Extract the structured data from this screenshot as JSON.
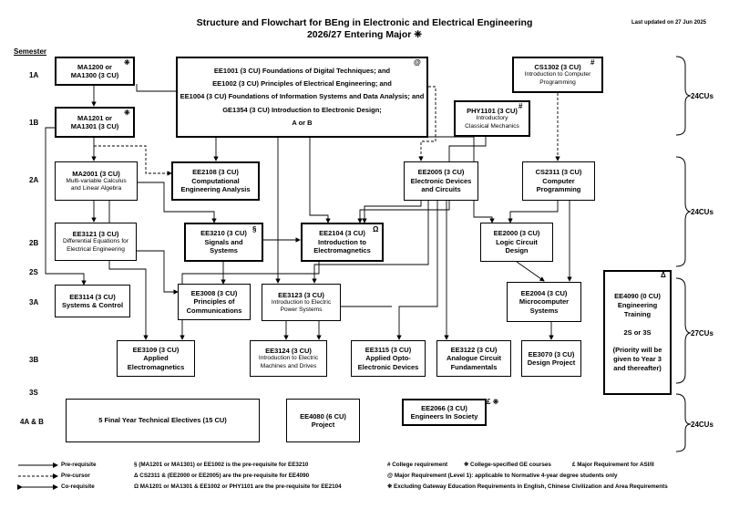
{
  "header": {
    "title_line1": "Structure and Flowchart for BEng in Electronic and Electrical Engineering",
    "title_line2": "2026/27 Entering Major ❈",
    "last_updated": "Last updated on 27 Jun 2025"
  },
  "semesters": {
    "heading": "Semester",
    "labels": [
      "1A",
      "1B",
      "2A",
      "2B",
      "2S",
      "3A",
      "3B",
      "3S",
      "4A & B"
    ]
  },
  "courses": {
    "ma1200": {
      "line1": "MA1200 or",
      "line2": "MA1300 (3 CU)",
      "mark": "❈"
    },
    "ma1201": {
      "line1": "MA1201 or",
      "line2": "MA1301 (3 CU)",
      "mark": "❈"
    },
    "ee_core": {
      "line1": "EE1001 (3 CU) Foundations of Digital Techniques; and",
      "line2": "EE1002 (3 CU) Principles of Electrical Engineering; and",
      "line3": "EE1004 (3 CU) Foundations of Information Systems and Data Analysis; and",
      "line4": "GE1354 (3 CU) Introduction to Electronic Design;",
      "line5": "A or B",
      "mark": "@"
    },
    "cs1302": {
      "code": "CS1302 (3 CU)",
      "name": "Introduction to Computer Programming",
      "mark": "#"
    },
    "phy1101": {
      "code": "PHY1101 (3 CU)",
      "name1": "Introductory",
      "name2": "Classical Mechanics",
      "mark": "#"
    },
    "ma2001": {
      "code": "MA2001 (3 CU)",
      "name1": "Multi-variable Calculus",
      "name2": "and Linear Algebra"
    },
    "ee2108": {
      "code": "EE2108 (3 CU)",
      "name1": "Computational",
      "name2": "Engineering Analysis"
    },
    "ee2005": {
      "code": "EE2005 (3 CU)",
      "name1": "Electronic Devices",
      "name2": "and Circuits"
    },
    "cs2311": {
      "code": "CS2311 (3 CU)",
      "name1": "Computer",
      "name2": "Programming"
    },
    "ee3121": {
      "code": "EE3121 (3 CU)",
      "name1": "Differential Equations for",
      "name2": "Electrical Engineering"
    },
    "ee3210": {
      "code": "EE3210 (3 CU)",
      "name1": "Signals and",
      "name2": "Systems",
      "mark": "§"
    },
    "ee2104": {
      "code": "EE2104 (3 CU)",
      "name1": "Introduction to",
      "name2": "Electromagnetics",
      "mark": "Ω"
    },
    "ee2000": {
      "code": "EE2000 (3 CU)",
      "name1": "Logic Circuit",
      "name2": "Design"
    },
    "ee3114": {
      "code": "EE3114 (3 CU)",
      "name1": "Systems & Control"
    },
    "ee3008": {
      "code": "EE3008 (3 CU)",
      "name1": "Principles of",
      "name2": "Communications"
    },
    "ee3123": {
      "code": "EE3123 (3 CU)",
      "name1": "Introduction to Electric",
      "name2": "Power Systems"
    },
    "ee2004": {
      "code": "EE2004 (3 CU)",
      "name1": "Microcomputer",
      "name2": "Systems"
    },
    "ee4090": {
      "code": "EE4090 (0 CU)",
      "name1": "Engineering",
      "name2": "Training",
      "term": "2S or 3S",
      "note1": "(Priority will be",
      "note2": "given to Year 3",
      "note3": "and thereafter)",
      "mark": "Δ"
    },
    "ee3109": {
      "code": "EE3109 (3 CU)",
      "name1": "Applied",
      "name2": "Electromagnetics"
    },
    "ee3124": {
      "code": "EE3124 (3 CU)",
      "name1": "Introduction to Electric",
      "name2": "Machines and Drives"
    },
    "ee3115": {
      "code": "EE3115 (3 CU)",
      "name1": "Applied Opto-",
      "name2": "Electronic Devices"
    },
    "ee3122": {
      "code": "EE3122 (3 CU)",
      "name1": "Analogue Circuit",
      "name2": "Fundamentals"
    },
    "ee3070": {
      "code": "EE3070 (3 CU)",
      "name1": "Design Project"
    },
    "electives": {
      "text": "5 Final Year Technical Electives (15 CU)"
    },
    "ee4080": {
      "code": "EE4080 (6 CU)",
      "name1": "Project"
    },
    "ee2066": {
      "code": "EE2066 (3 CU)",
      "name1": "Engineers In Society",
      "mark": "£ ❈"
    }
  },
  "cu_totals": {
    "year1": "24CUs",
    "year2": "24CUs",
    "year3": "27CUs",
    "year4": "24CUs"
  },
  "legend": {
    "prerequisite": "Pre-requisite",
    "precursor": "Pre-cursor",
    "corequisite": "Co-requisite",
    "note_section": "§  (MA1201 or MA1301) or EE1002 is the pre-requisite for EE3210",
    "note_delta": "Δ  CS2311 & (EE2000 or EE2005) are the pre-requisite for EE4090",
    "note_omega": "Ω  MA1201 or MA1301 & EE1002 or PHY1101 are the pre-requisite for EE2104",
    "note_hash": "#  College requirement",
    "note_star": "❈  College-specified GE courses",
    "note_pound": "£  Major Requirement for ASI/II",
    "note_at": "@  Major Requirement (Level 1): applicable to Normative 4-year degree students only",
    "note_gateway": "❈  Excluding Gateway Education Requirements in English, Chinese Civilization and Area Requirements"
  }
}
